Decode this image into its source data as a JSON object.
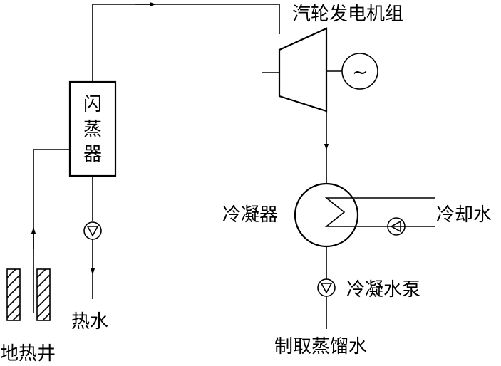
{
  "labels": {
    "flash_tank": [
      "闪",
      "蒸",
      "器"
    ],
    "turbine_generator": "汽轮发电机组",
    "condenser": "冷凝器",
    "cooling_water": "冷却水",
    "condensate_pump": "冷凝水泵",
    "distilled_water": "制取蒸馏水",
    "hot_water": "热水",
    "geothermal_well": "地热井",
    "generator_symbol": "~"
  },
  "colors": {
    "line": "#000000",
    "background": "#ffffff"
  }
}
